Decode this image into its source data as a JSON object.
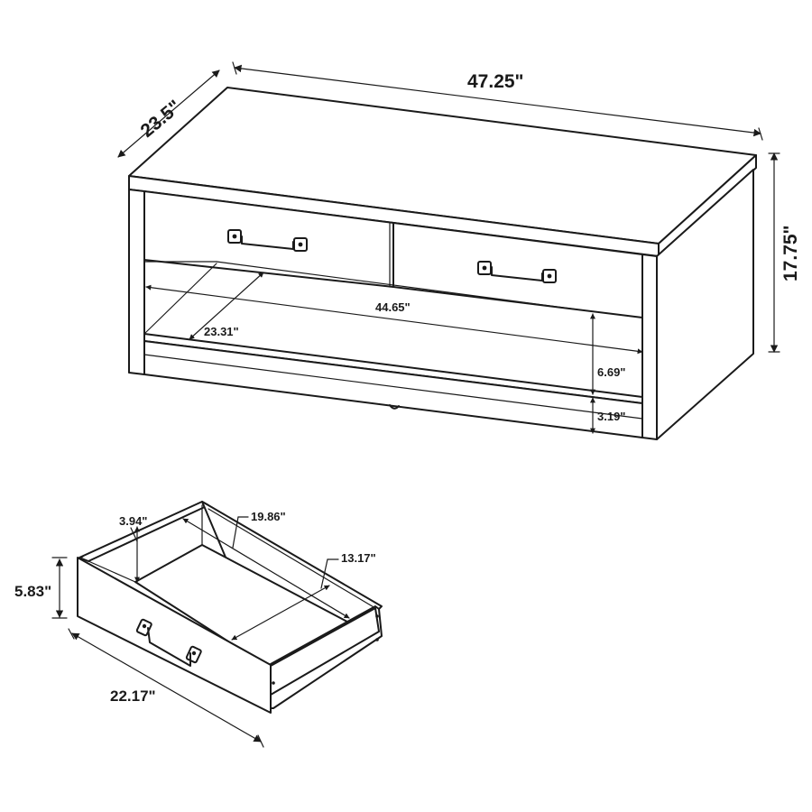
{
  "table": {
    "width": "47.25\"",
    "depth": "23.5\"",
    "height": "17.75\"",
    "shelf_width": "44.65\"",
    "shelf_depth": "23.31\"",
    "shelf_height": "6.69\"",
    "base_height": "3.19\""
  },
  "drawer": {
    "side_height": "3.94\"",
    "interior_depth": "19.86\"",
    "interior_width": "13.17\"",
    "front_height": "5.83\"",
    "front_width": "22.17\""
  }
}
